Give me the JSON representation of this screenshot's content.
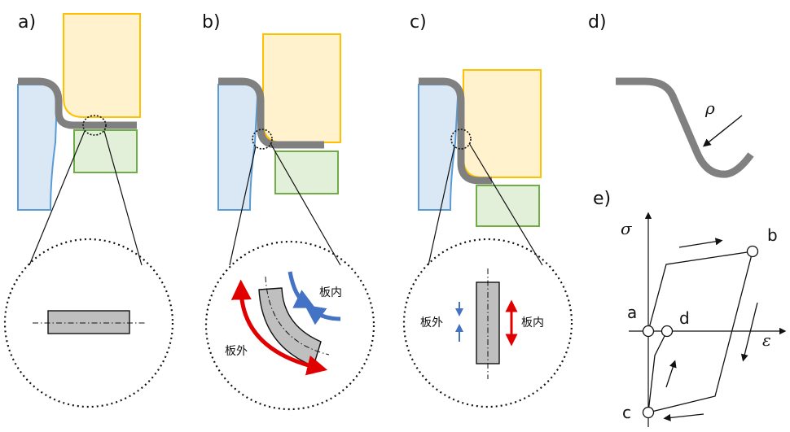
{
  "panels": {
    "a": {
      "label": "a)"
    },
    "b": {
      "label": "b)",
      "inner_label": "板内",
      "outer_label": "板外"
    },
    "c": {
      "label": "c)",
      "outer_label": "板外",
      "inner_label": "板内"
    },
    "d": {
      "label": "d)",
      "rho": "ρ"
    },
    "e": {
      "label": "e)",
      "sigma": "σ",
      "epsilon": "ε",
      "points": {
        "a": "a",
        "b": "b",
        "c": "c",
        "d": "d"
      }
    }
  },
  "colors": {
    "die_fill": "#dae8f5",
    "die_stroke": "#5b9bd5",
    "punch_fill": "#fff2cc",
    "punch_stroke": "#ffc000",
    "holder_fill": "#e2efd9",
    "holder_stroke": "#70ad47",
    "sheet": "#808080",
    "tension_arrow": "#e00000",
    "compression_arrow": "#4472c4"
  }
}
